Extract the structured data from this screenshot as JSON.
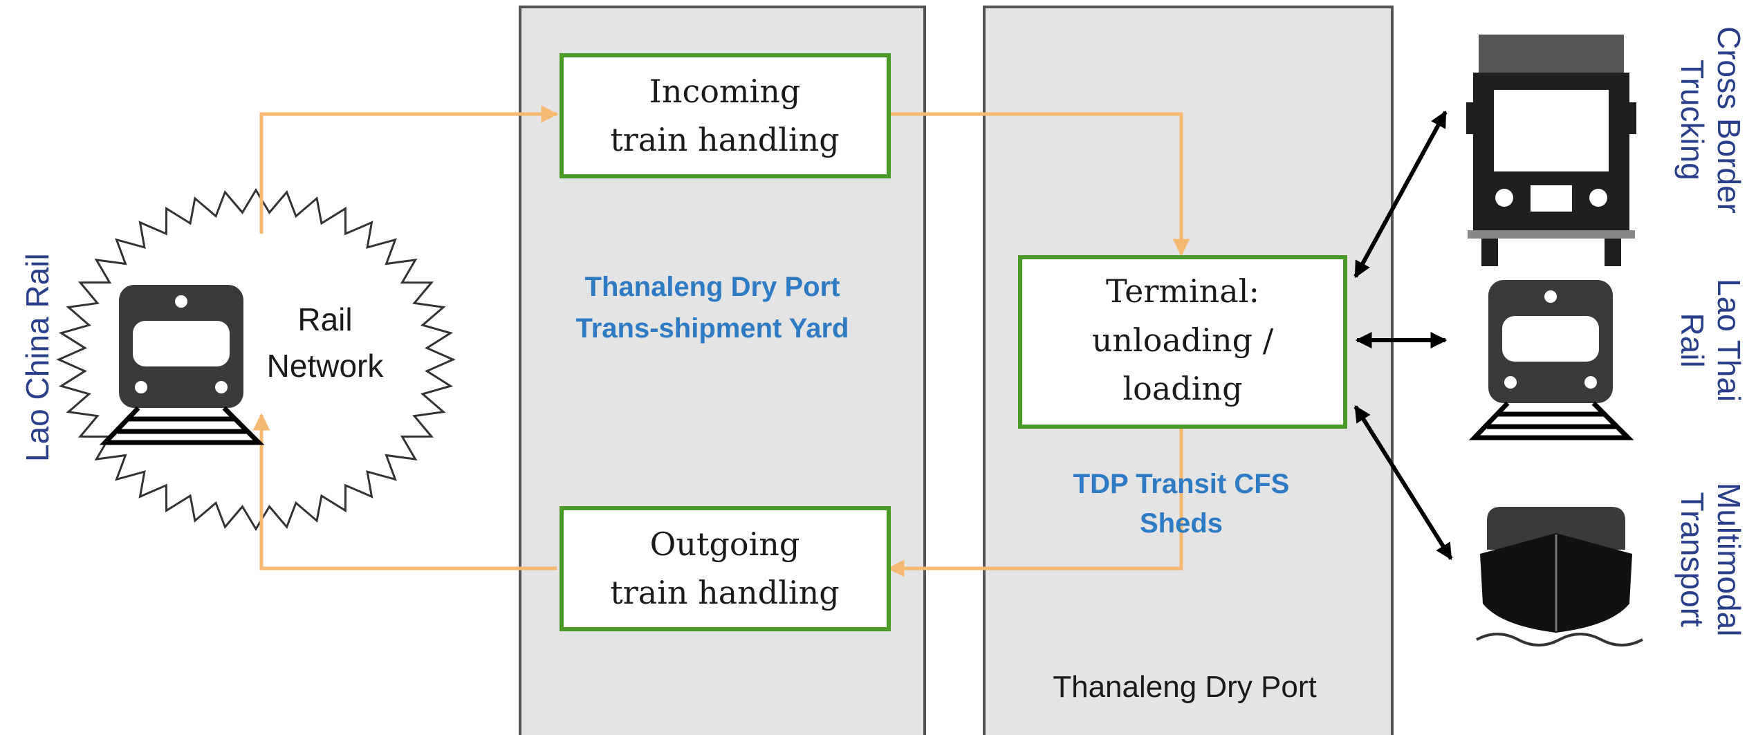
{
  "left_label": "Lao China Rail",
  "rail_network": {
    "line1": "Rail",
    "line2": "Network"
  },
  "yard": {
    "title_line1": "Thanaleng Dry Port",
    "title_line2": "Trans-shipment Yard"
  },
  "incoming": {
    "line1": "Incoming",
    "line2": "train handling"
  },
  "outgoing": {
    "line1": "Outgoing",
    "line2": "train handling"
  },
  "terminal": {
    "line1": "Terminal:",
    "line2": "unloading /",
    "line3": "loading"
  },
  "cfs": {
    "line1": "TDP Transit CFS",
    "line2": "Sheds"
  },
  "dry_port_label": "Thanaleng Dry Port",
  "modes": [
    {
      "line1": "Cross Border",
      "line2": "Trucking",
      "icon": "truck-icon"
    },
    {
      "line1": "Lao Thai",
      "line2": "Rail",
      "icon": "train-icon"
    },
    {
      "line1": "Multimodal",
      "line2": "Transport",
      "icon": "ship-icon"
    }
  ],
  "colors": {
    "flow": "#f5b971",
    "box_border": "#4a9a2a",
    "panel": "#e4e4e4",
    "blue_text": "#2e7bc4",
    "side_text": "#2a3f8a"
  }
}
